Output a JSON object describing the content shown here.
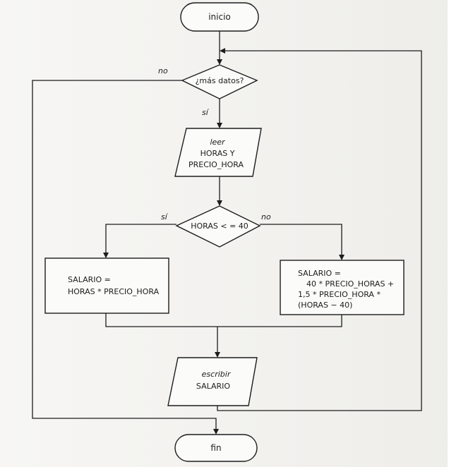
{
  "nodes": {
    "start": {
      "text": "inicio"
    },
    "decision_data": {
      "text": "¿más datos?"
    },
    "read": {
      "keyword": "leer",
      "line1": "HORAS Y",
      "line2": "PRECIO_HORA"
    },
    "decision_hours": {
      "text": "HORAS < = 40"
    },
    "process_left": {
      "line1": "SALARIO =",
      "line2": "HORAS * PRECIO_HORA"
    },
    "process_right": {
      "line1": "SALARIO =",
      "line2": "40 * PRECIO_HORAS +",
      "line3": "1,5 * PRECIO_HORA *",
      "line4": "(HORAS − 40)"
    },
    "write": {
      "keyword": "escribir",
      "line1": "SALARIO"
    },
    "end": {
      "text": "fin"
    }
  },
  "edge_labels": {
    "data_no": "no",
    "data_yes": "sí",
    "hours_yes": "sí",
    "hours_no": "no"
  }
}
